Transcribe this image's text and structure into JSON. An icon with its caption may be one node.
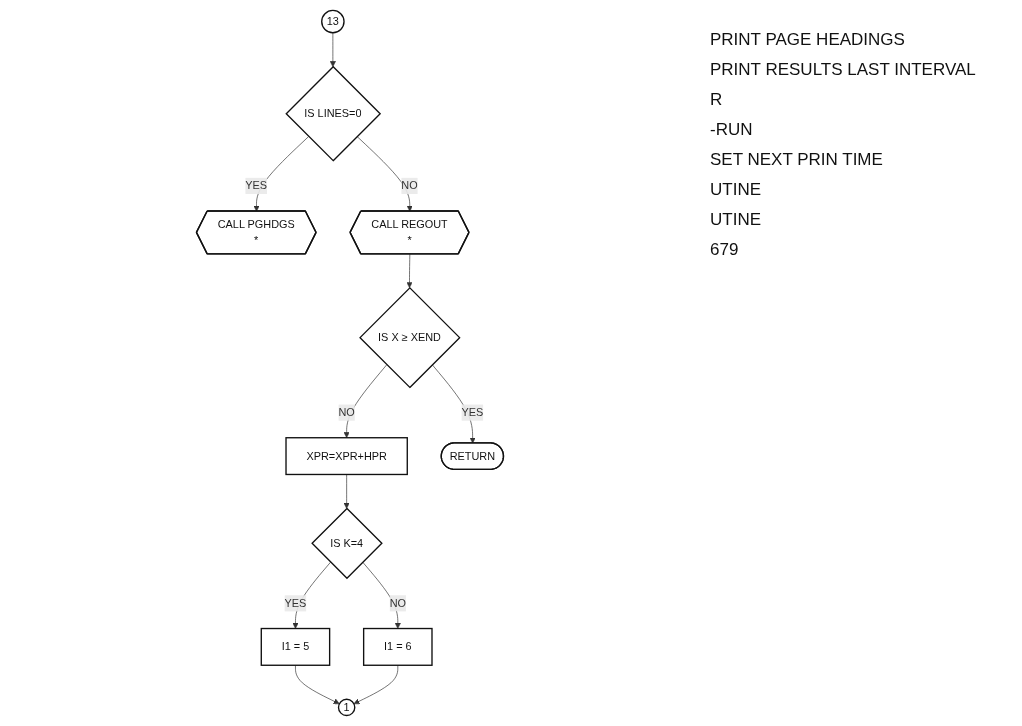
{
  "diagram": {
    "nodes": [
      {
        "text": [
          "13"
        ]
      },
      {
        "text": [
          "IS LINES=0"
        ]
      },
      {
        "text": [
          "CALL PGHDGS",
          "*"
        ]
      },
      {
        "text": [
          "CALL REGOUT",
          "*"
        ]
      },
      {
        "text": [
          "IS X ≥ XEND"
        ]
      },
      {
        "text": [
          "XPR=XPR+HPR"
        ]
      },
      {
        "text": [
          "RETURN"
        ]
      },
      {
        "text": [
          "IS K=4"
        ]
      },
      {
        "text": [
          "I1 = 5"
        ]
      },
      {
        "text": [
          "I1 = 6"
        ]
      },
      {
        "text": [
          "1"
        ]
      }
    ],
    "edges": [
      {
        "from": 0,
        "to": 1,
        "arrow": "to"
      },
      {
        "from": 1,
        "to": 2,
        "arrow": "to",
        "label": "YES"
      },
      {
        "from": 1,
        "to": 3,
        "arrow": "to",
        "label": "NO"
      },
      {
        "from": 3,
        "to": 4,
        "arrow": "to"
      },
      {
        "from": 4,
        "to": 5,
        "arrow": "to",
        "label": "NO"
      },
      {
        "from": 4,
        "to": 6,
        "arrow": "to",
        "label": "YES"
      },
      {
        "from": 5,
        "to": 7,
        "arrow": "to"
      },
      {
        "from": 7,
        "to": 8,
        "arrow": "to",
        "label": "YES"
      },
      {
        "from": 7,
        "to": 9,
        "arrow": "to",
        "label": "NO"
      },
      {
        "from": 8,
        "to": 10,
        "arrow": "to"
      },
      {
        "from": 9,
        "to": 10,
        "arrow": "to"
      }
    ],
    "labels": [
      "PRINT PAGE HEADINGS",
      "PRINT RESULTS LAST INTERVAL",
      "R",
      "-RUN",
      "SET NEXT PRIN TIME",
      "UTINE",
      "UTINE",
      "679"
    ]
  }
}
